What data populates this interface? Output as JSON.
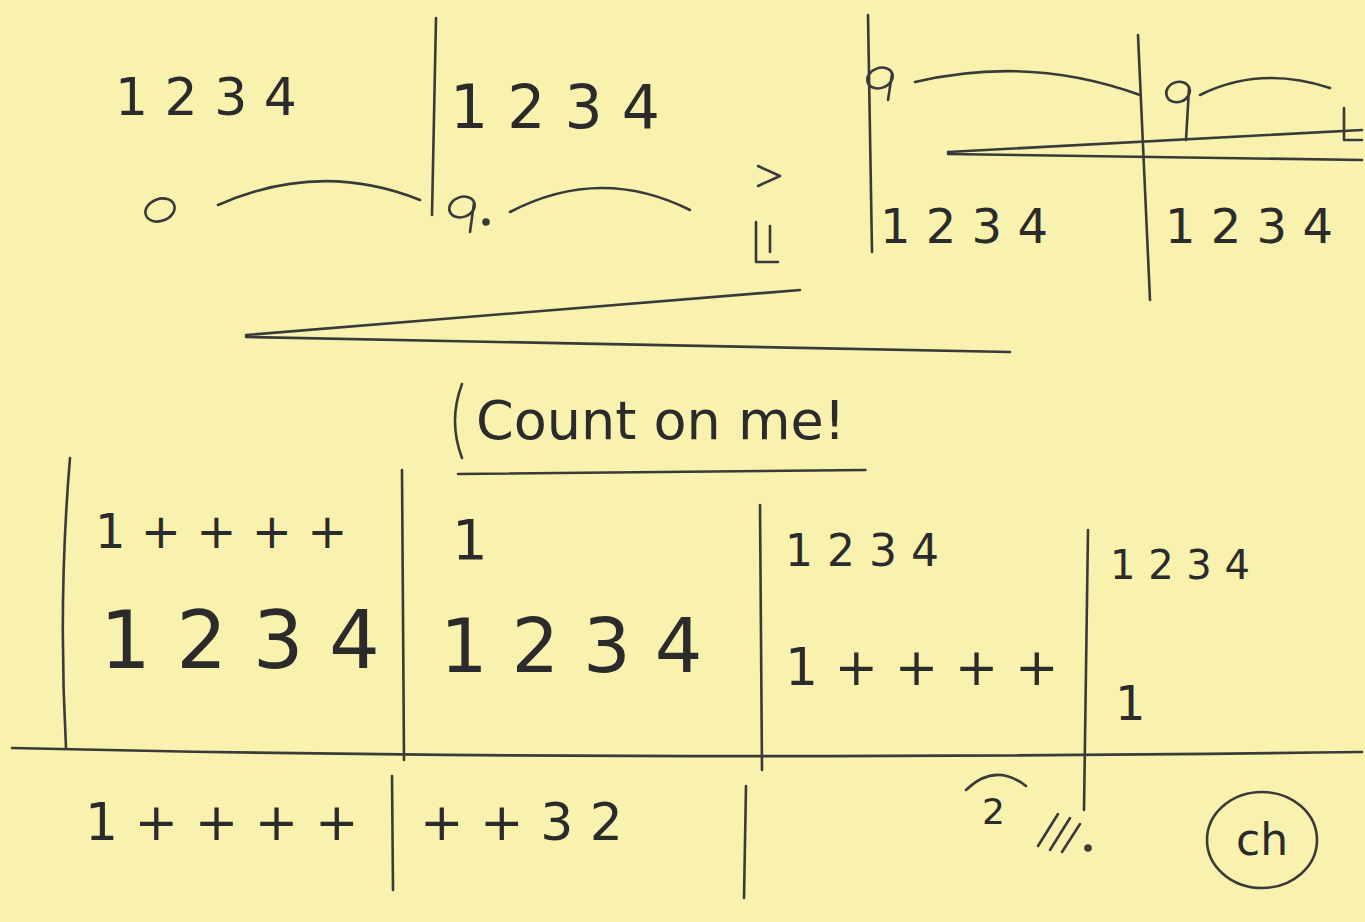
{
  "diagram": {
    "nodes": [
      {
        "text": [
          "Count on me!"
        ]
      },
      {
        "text": [
          "ch"
        ]
      }
    ],
    "labels": [
      "1 2 3 4",
      "1 2 3 4",
      "1 2 3 4",
      "1 2 3 4",
      "1 + + + +",
      "1",
      "1 2 3 4",
      "1 2 3 4",
      "1 2 3 4",
      "1 2 3 4",
      "1 + + + +",
      "1",
      "1 + + + +",
      "+ + 3 2",
      "2"
    ]
  }
}
